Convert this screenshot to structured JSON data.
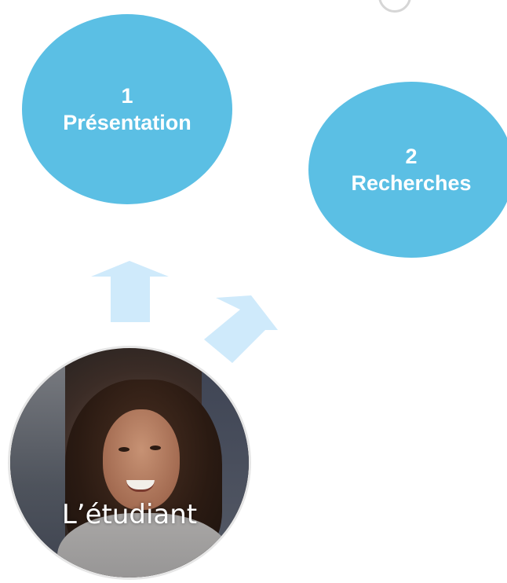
{
  "diagram": {
    "node_1": {
      "number": "1",
      "label": "Présentation"
    },
    "node_2": {
      "number": "2",
      "label": "Recherches"
    },
    "student": {
      "caption": "L’étudiant",
      "image_alt": "photo of a smiling student with curly hair"
    },
    "colors": {
      "bubble": "#5bbfe4",
      "bubble_text": "#ffffff",
      "arrow": "#cfeafb",
      "photo_border": "#e6e6e6"
    }
  }
}
